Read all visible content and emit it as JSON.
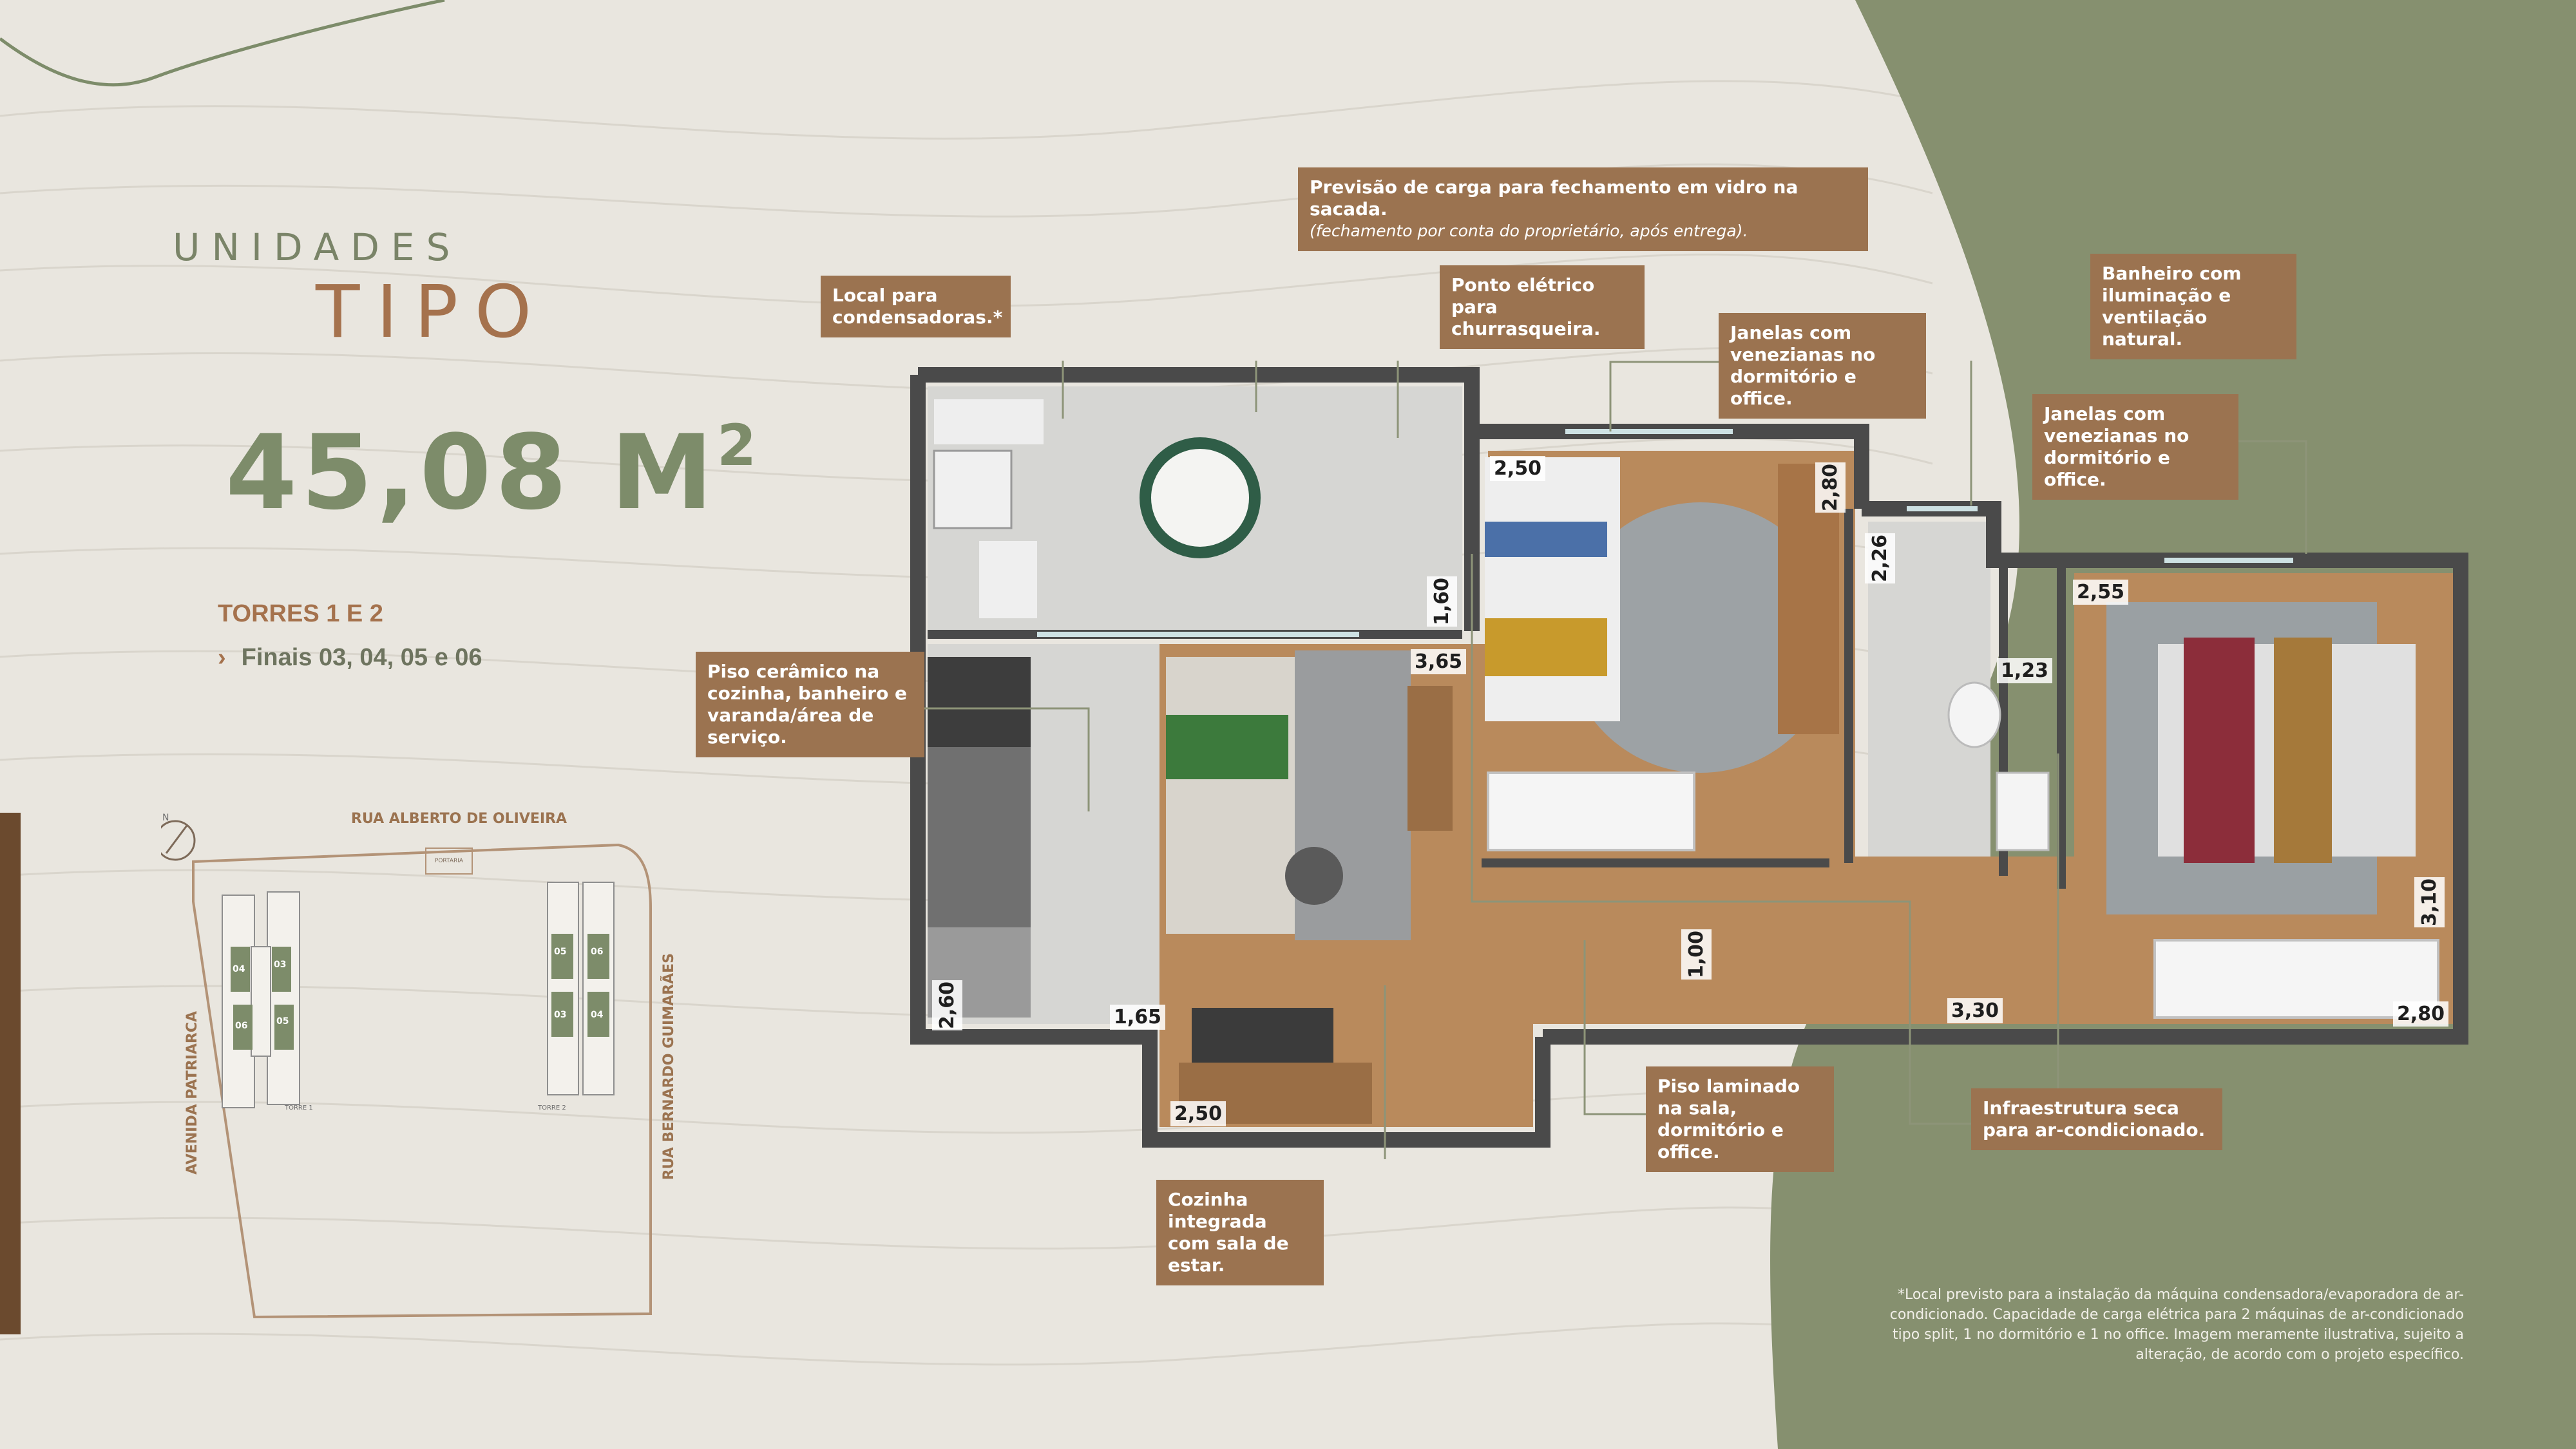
{
  "heading": {
    "unidades": "UNIDADES",
    "tipo": "TIPO",
    "area": "45,08 M",
    "area_sup": "2",
    "torres": "TORRES 1 E 2",
    "finais": "Finais 03, 04, 05 e 06"
  },
  "callouts": {
    "condensadoras": "Local para condensadoras.*",
    "vidro_title": "Previsão de carga para fechamento em vidro na sacada.",
    "vidro_sub": "(fechamento por conta do proprietário, após entrega).",
    "churrasqueira": "Ponto elétrico para churrasqueira.",
    "janelas_1": "Janelas com venezianas no dormitório e office.",
    "banheiro": "Banheiro com iluminação e ventilação natural.",
    "janelas_2": "Janelas com venezianas no dormitório e office.",
    "piso_ceramico": "Piso cerâmico na cozinha, banheiro e varanda/área de serviço.",
    "piso_laminado": "Piso laminado na sala, dormitório e office.",
    "infraestrutura": "Infraestrutura seca para ar-condicionado.",
    "cozinha": "Cozinha integrada com sala de estar."
  },
  "dimensions": {
    "d250_office": "2,50",
    "d280_office": "2,80",
    "d160": "1,60",
    "d226": "2,26",
    "d255": "2,55",
    "d123": "1,23",
    "d365": "3,65",
    "d100": "1,00",
    "d260": "2,60",
    "d165": "1,65",
    "d250_kitchen": "2,50",
    "d330": "3,30",
    "d310": "3,10",
    "d280_bed": "2,80"
  },
  "site_plan": {
    "street_top": "RUA ALBERTO DE OLIVEIRA",
    "street_left": "AVENIDA PATRIARCA",
    "street_right": "RUA BERNARDO GUIMARÃES",
    "portaria": "PORTARIA",
    "torre1": "TORRE 1",
    "torre2": "TORRE 2",
    "compass": "N",
    "units_t1": [
      "04",
      "03",
      "06",
      "05"
    ],
    "units_t2": [
      "05",
      "06",
      "03",
      "04"
    ]
  },
  "footnote": "*Local previsto para a instalação da máquina condensadora/evaporadora de ar-condicionado. Capacidade de carga elétrica para 2 máquinas de ar-condicionado tipo split, 1 no dormitório e 1 no office. Imagem meramente ilustrativa, sujeito a alteração, de acordo com o projeto específico.",
  "colors": {
    "background": "#e9e6df",
    "green_panel": "#86906f",
    "callout_brown": "#9b7350",
    "wall": "#4a4a4a",
    "wood_floor": "#b98a5c",
    "tile_floor": "#d6d6d3",
    "heading_green": "#7d8c6a",
    "heading_brown": "#a5724d"
  }
}
